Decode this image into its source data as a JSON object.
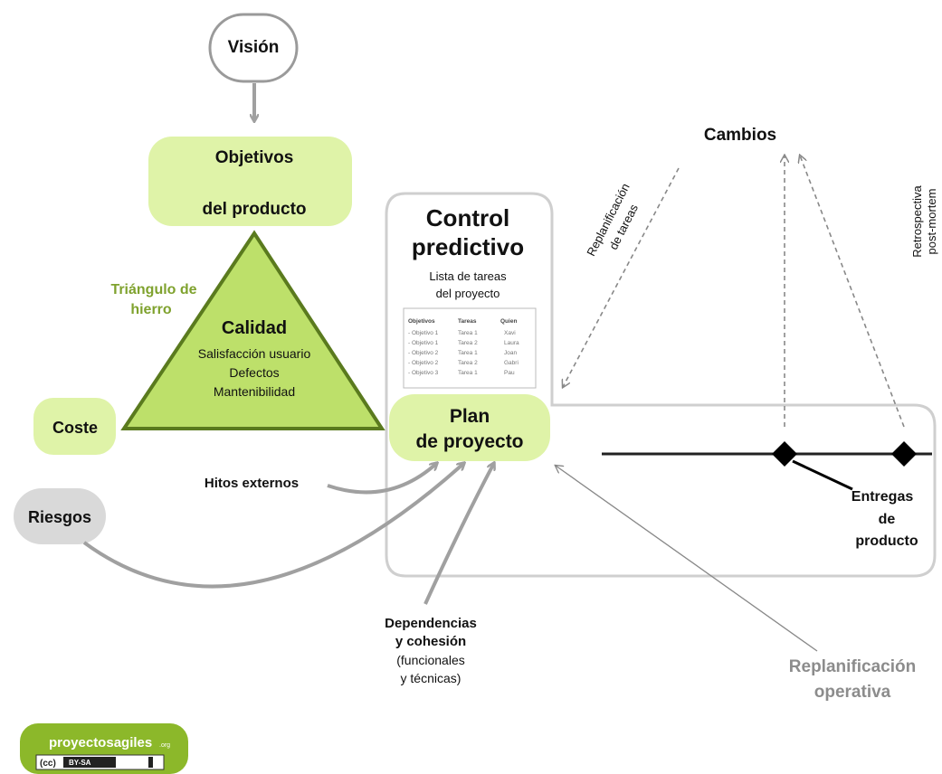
{
  "nodes": {
    "vision": "Visión",
    "objetivos_line1": "Objetivos",
    "objetivos_line2": "del producto",
    "triangle_label_line1": "Triángulo de",
    "triangle_label_line2": "hierro",
    "calidad_title": "Calidad",
    "calidad_line1": "Salisfacción usuario",
    "calidad_line2": "Defectos",
    "calidad_line3": "Mantenibilidad",
    "coste": "Coste",
    "riesgos": "Riesgos",
    "hitos": "Hitos externos",
    "control_line1": "Control",
    "control_line2": "predictivo",
    "lista_line1": "Lista de tareas",
    "lista_line2": "del proyecto",
    "plan_line1": "Plan",
    "plan_line2": "de proyecto",
    "cambios": "Cambios",
    "replan_tareas_line1": "Replanificación",
    "replan_tareas_line2": "de tareas",
    "retro_line1": "Retrospectiva",
    "retro_line2": "post-mortem",
    "entregas_line1": "Entregas",
    "entregas_line2": "de",
    "entregas_line3": "producto",
    "dep_line1": "Dependencias",
    "dep_line2": "y cohesión",
    "dep_line3": "(funcionales",
    "dep_line4": "y técnicas)",
    "replan_op_line1": "Replanificación",
    "replan_op_line2": "operativa"
  },
  "task_table": {
    "headers": [
      "Objetivos",
      "Tareas",
      "Quien"
    ],
    "rows": [
      [
        "- Objetivo 1",
        "Tarea 1",
        "Xavi"
      ],
      [
        "- Objetivo 1",
        "Tarea 2",
        "Laura"
      ],
      [
        "- Objetivo 2",
        "Tarea 1",
        "Joan"
      ],
      [
        "- Objetivo 2",
        "Tarea 2",
        "Gabri"
      ],
      [
        "- Objetivo 3",
        "Tarea 1",
        "Pau"
      ]
    ]
  },
  "logo": {
    "brand": "proyectosagiles",
    "brand_suffix": ".org",
    "license": "BY-SA"
  },
  "colors": {
    "light_green": "#dff3a8",
    "dark_green": "#5a7a1e",
    "triangle_fill": "#bde06a",
    "grey_border": "#c8c8c8",
    "arrow_grey": "#a0a0a0",
    "riesgos_fill": "#d9d9d9"
  }
}
